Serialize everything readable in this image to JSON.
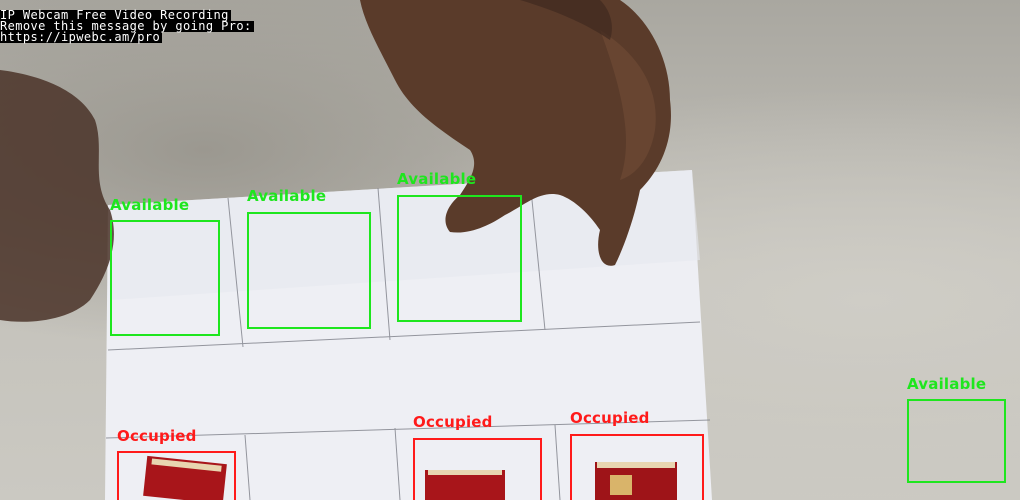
{
  "overlay": {
    "lines": [
      "IP Webcam Free Video Recording",
      "Remove this message by going Pro:",
      "https://ipwebc.am/pro"
    ]
  },
  "slots": [
    {
      "label": "Available",
      "status": "available"
    },
    {
      "label": "Available",
      "status": "available"
    },
    {
      "label": "Available",
      "status": "available"
    },
    {
      "label": "Available",
      "status": "available"
    },
    {
      "label": "Occupied",
      "status": "occupied"
    },
    {
      "label": "Occupied",
      "status": "occupied"
    },
    {
      "label": "Occupied",
      "status": "occupied"
    }
  ],
  "colors": {
    "available": "#1ee61e",
    "occupied": "#ff1a1a"
  }
}
